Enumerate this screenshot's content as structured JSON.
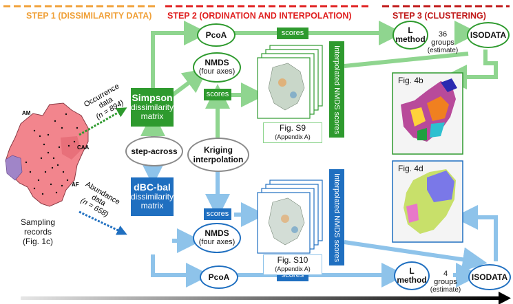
{
  "steps": {
    "step1": "STEP 1 (DISSIMILARITY DATA)",
    "step2": "STEP 2 (ORDINATION AND INTERPOLATION)",
    "step3": "STEP 3 (CLUSTERING)"
  },
  "colors": {
    "step1": "#f0a13a",
    "step2": "#e02020",
    "step3": "#c01818",
    "green_dark": "#2e9a2e",
    "green_light": "#8fd58f",
    "blue_dark": "#1f6fc0",
    "blue_light": "#8ec3ea"
  },
  "left": {
    "map_labels": {
      "am": "AM",
      "caa": "CAA",
      "af": "AF"
    },
    "caption_line1": "Sampling records",
    "caption_line2": "(Fig. 1c)",
    "occurrence_line1": "Occurrence",
    "occurrence_line2": "data",
    "occurrence_n": "(n = 894)",
    "abundance_line1": "Abundance",
    "abundance_line2": "data",
    "abundance_n": "(n = 658)"
  },
  "green_path": {
    "matrix_title": "Simpson",
    "matrix_sub1": "dissimilarity",
    "matrix_sub2": "matrix",
    "pcoa": "PcoA",
    "nmds": "NMDS",
    "nmds_sub": "(four axes)",
    "scores_top": "scores",
    "scores_mid": "scores",
    "vertical_label": "Interpolated NMDS scores",
    "fig_label": "Fig. S9",
    "fig_sub": "(Appendix A)",
    "lmethod_line1": "L",
    "lmethod_line2": "method",
    "groups_num": "36",
    "groups_line": "groups",
    "groups_est": "(estimate)",
    "isodata": "ISODATA",
    "result_fig": "Fig. 4b"
  },
  "center": {
    "step_across": "step-across",
    "kriging_line1": "Kriging",
    "kriging_line2": "interpolation"
  },
  "blue_path": {
    "matrix_title": "dBC-bal",
    "matrix_sub1": "dissimilarity",
    "matrix_sub2": "matrix",
    "pcoa": "PcoA",
    "nmds": "NMDS",
    "nmds_sub": "(four axes)",
    "scores_mid": "scores",
    "scores_bottom": "scores",
    "vertical_label": "Interpolated NMDS scores",
    "fig_label": "Fig. S10",
    "fig_sub": "(Appendix A)",
    "lmethod_line1": "L",
    "lmethod_line2": "method",
    "groups_num": "4",
    "groups_line": "groups",
    "groups_est": "(estimate)",
    "isodata": "ISODATA",
    "result_fig": "Fig. 4d"
  }
}
